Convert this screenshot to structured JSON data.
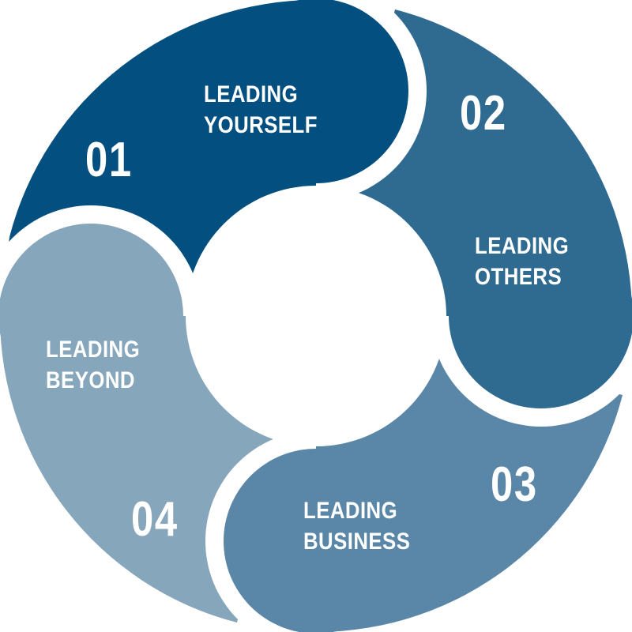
{
  "diagram": {
    "type": "cycle",
    "colors": {
      "segment_01": "#034f80",
      "segment_02": "#2f6a91",
      "segment_03": "#5a87a7",
      "segment_04": "#86a6bb",
      "text": "#ffffff",
      "background": "#ffffff"
    },
    "segments": [
      {
        "number": "01",
        "line1": "LEADING",
        "line2": "YOURSELF"
      },
      {
        "number": "02",
        "line1": "LEADING",
        "line2": "OTHERS"
      },
      {
        "number": "03",
        "line1": "LEADING",
        "line2": "BUSINESS"
      },
      {
        "number": "04",
        "line1": "LEADING",
        "line2": "BEYOND"
      }
    ]
  }
}
